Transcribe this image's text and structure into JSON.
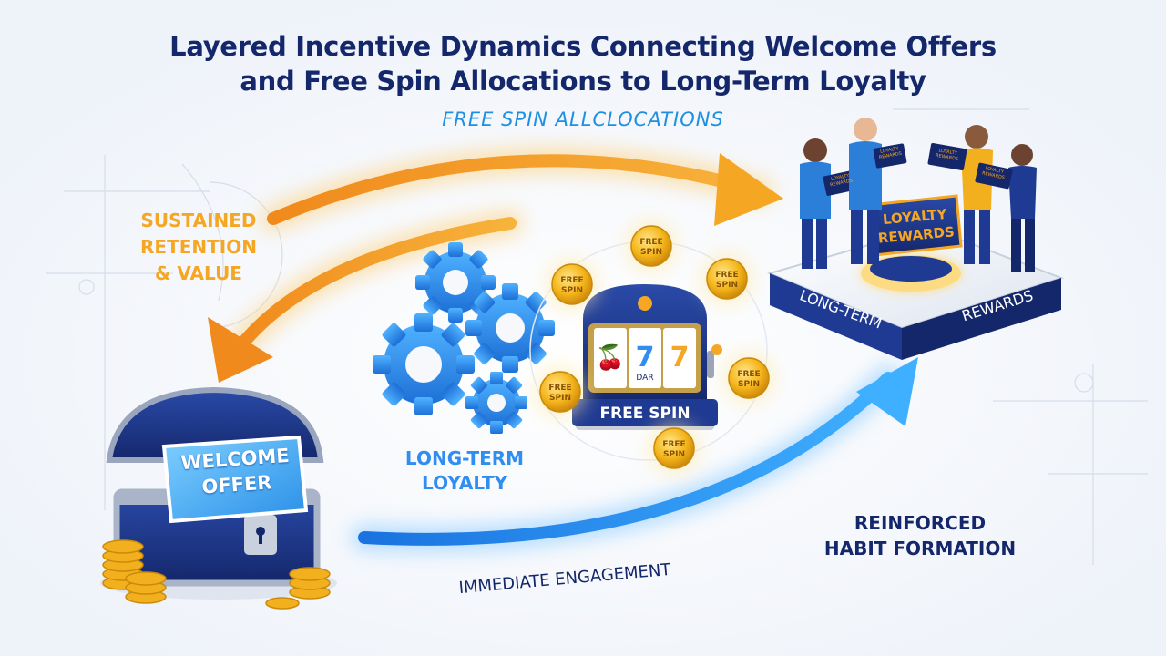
{
  "title": {
    "line1": "Layered Incentive Dynamics Connecting Welcome Offers",
    "line2": "and Free Spin Allocations to Long-Term Loyalty"
  },
  "labels": {
    "free_spin_allocations": "FREE SPIN ALLCLOCATIONS",
    "sustained_retention": [
      "SUSTAINED",
      "RETENTION",
      "& VALUE"
    ],
    "long_term_loyalty": [
      "LONG-TERM",
      "LOYALTY"
    ],
    "reinforced_habit": [
      "REINFORCED",
      "HABIT FORMATION"
    ],
    "immediate_engagement": "IMMEDIATE ENGAGEMENT"
  },
  "chest": {
    "sign": [
      "WELCOME",
      "OFFER"
    ]
  },
  "slot_machine": {
    "banner": "FREE SPIN",
    "reel_symbols": [
      "🍒",
      "7",
      "7"
    ],
    "bar_label": "DAR"
  },
  "coins": {
    "text": [
      "FREE",
      "SPIN"
    ],
    "count": 6
  },
  "platform": {
    "sign": [
      "LOYALTY",
      "REWARDS"
    ],
    "side_left": "LONG-TERM",
    "side_right": "REWARDS"
  },
  "people": {
    "count": 4,
    "tablet_text": "LOYALTY REWARDS"
  },
  "colors": {
    "navy": "#14276b",
    "orange": "#f5a623",
    "blue": "#2f8ef0",
    "gold": "#f2b01e",
    "italic_blue": "#1f8fe0"
  }
}
